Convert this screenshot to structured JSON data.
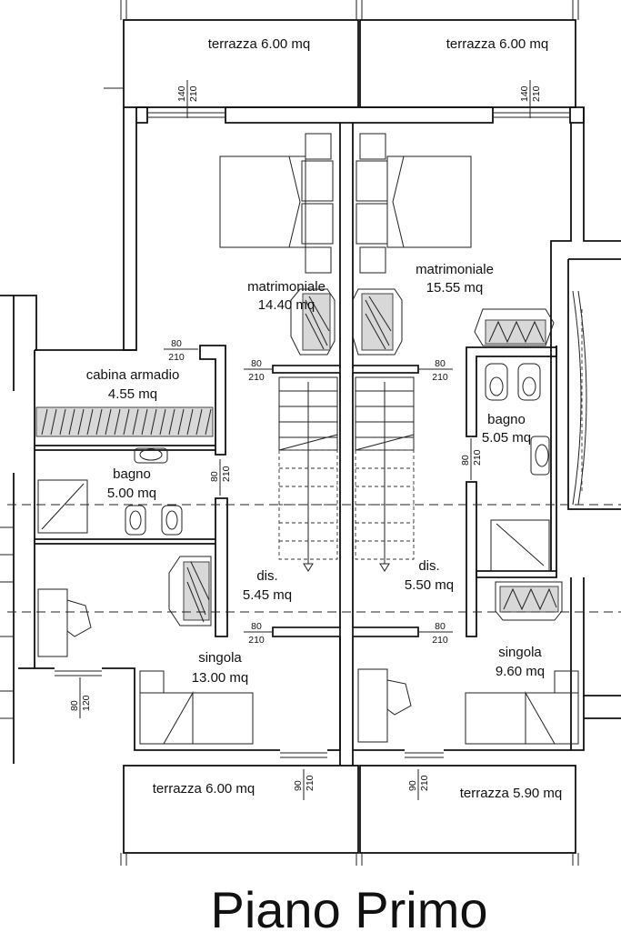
{
  "title": "Piano Primo",
  "rooms": {
    "terrace_top_left": "terrazza 6.00 mq",
    "terrace_top_right": "terrazza 6.00 mq",
    "bedroom_left_name": "matrimoniale",
    "bedroom_left_area": "14.40 mq",
    "bedroom_right_name": "matrimoniale",
    "bedroom_right_area": "15.55 mq",
    "closet_name": "cabina armadio",
    "closet_area": "4.55 mq",
    "bath_left_name": "bagno",
    "bath_left_area": "5.00 mq",
    "bath_right_name": "bagno",
    "bath_right_area": "5.05 mq",
    "hall_left_name": "dis.",
    "hall_left_area": "5.45 mq",
    "hall_right_name": "dis.",
    "hall_right_area": "5.50 mq",
    "single_left_name": "singola",
    "single_left_area": "13.00 mq",
    "single_right_name": "singola",
    "single_right_area": "9.60 mq",
    "terrace_bottom_left": "terrazza 6.00 mq",
    "terrace_bottom_right": "terrazza 5.90 mq"
  },
  "openings": {
    "top_left_w": "140",
    "top_left_h": "210",
    "top_right_w": "140",
    "top_right_h": "210",
    "closet_w": "80",
    "closet_h": "210",
    "bed_left_w": "80",
    "bed_left_h": "210",
    "bed_right_w": "80",
    "bed_right_h": "210",
    "bath_left_w": "80",
    "bath_left_h": "210",
    "bath_right_w": "80",
    "bath_right_h": "210",
    "single_left_w": "80",
    "single_left_h": "210",
    "single_right_w": "80",
    "single_right_h": "210",
    "window_left_w": "80",
    "window_left_h": "120",
    "bottom_left_w": "90",
    "bottom_left_h": "210",
    "bottom_right_w": "90",
    "bottom_right_h": "210"
  }
}
